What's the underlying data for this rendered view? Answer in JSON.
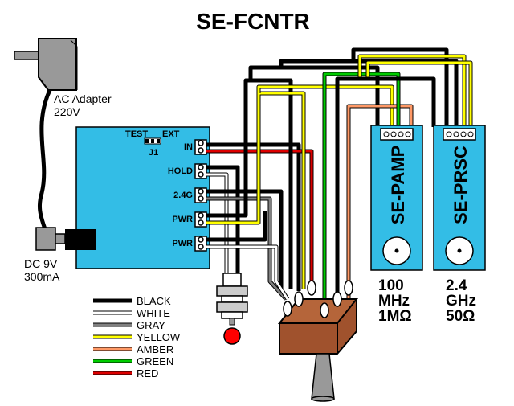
{
  "title": "SE-FCNTR",
  "adapter": {
    "line1": "AC Adapter",
    "line2": "220V"
  },
  "dc": {
    "line1": "DC 9V",
    "line2": "300mA"
  },
  "board": {
    "test_label": "TEST",
    "ext_label": "EXT",
    "jumper_label": "J1",
    "pins": [
      "IN",
      "HOLD",
      "2.4G",
      "PWR",
      "PWR"
    ],
    "color": "#33bde6"
  },
  "modules": [
    {
      "name": "SE-PAMP",
      "spec1": "100",
      "spec2": "MHz",
      "spec3": "1MΩ"
    },
    {
      "name": "SE-PRSC",
      "spec1": "2.4",
      "spec2": "GHz",
      "spec3": "50Ω"
    }
  ],
  "legend": [
    {
      "label": "BLACK",
      "color": "#000000"
    },
    {
      "label": "WHITE",
      "color": "#ffffff"
    },
    {
      "label": "GRAY",
      "color": "#808080"
    },
    {
      "label": "YELLOW",
      "color": "#ffff00"
    },
    {
      "label": "AMBER",
      "color": "#ff9966"
    },
    {
      "label": "GREEN",
      "color": "#00cc00"
    },
    {
      "label": "RED",
      "color": "#dd0000"
    }
  ]
}
